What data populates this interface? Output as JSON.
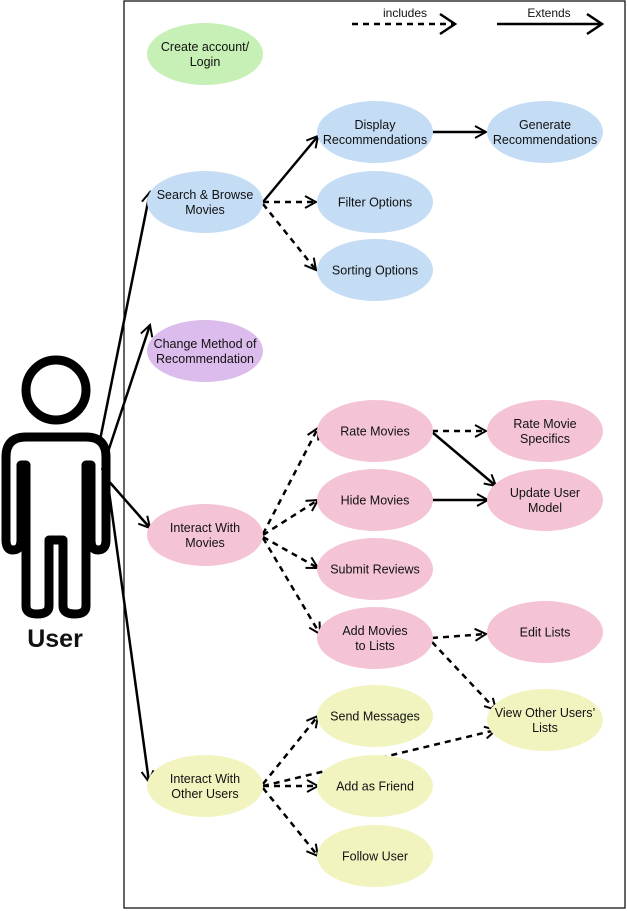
{
  "legend": {
    "includes_label": "includes",
    "extends_label": "Extends"
  },
  "actor": {
    "label": "User",
    "icon": "user-stick-figure-icon"
  },
  "colors": {
    "green": "#c6f0b6",
    "blue": "#c4dcf4",
    "purple": "#dcbcec",
    "pink": "#f4c4d6",
    "yellow": "#f2f4c0",
    "stroke": "#000000"
  },
  "use_cases": {
    "create_account": [
      "Create account/",
      "Login"
    ],
    "search_browse": [
      "Search & Browse",
      "Movies"
    ],
    "display_recommendations": [
      "Display",
      "Recommendations"
    ],
    "generate_recommendations": [
      "Generate",
      "Recommendations"
    ],
    "filter_options": [
      "Filter Options"
    ],
    "sorting_options": [
      "Sorting Options"
    ],
    "change_method": [
      "Change Method of",
      "Recommendation"
    ],
    "interact_movies": [
      "Interact With",
      "Movies"
    ],
    "rate_movies": [
      "Rate Movies"
    ],
    "rate_movie_specifics": [
      "Rate Movie",
      "Specifics"
    ],
    "hide_movies": [
      "Hide Movies"
    ],
    "update_user_model": [
      "Update User",
      "Model"
    ],
    "submit_reviews": [
      "Submit Reviews"
    ],
    "add_movies_lists": [
      "Add Movies",
      "to Lists"
    ],
    "edit_lists": [
      "Edit Lists"
    ],
    "view_other_lists": [
      "View Other Users’",
      "Lists"
    ],
    "interact_users": [
      "Interact With",
      "Other Users"
    ],
    "send_messages": [
      "Send Messages"
    ],
    "add_friend": [
      "Add as Friend"
    ],
    "follow_user": [
      "Follow User"
    ]
  }
}
